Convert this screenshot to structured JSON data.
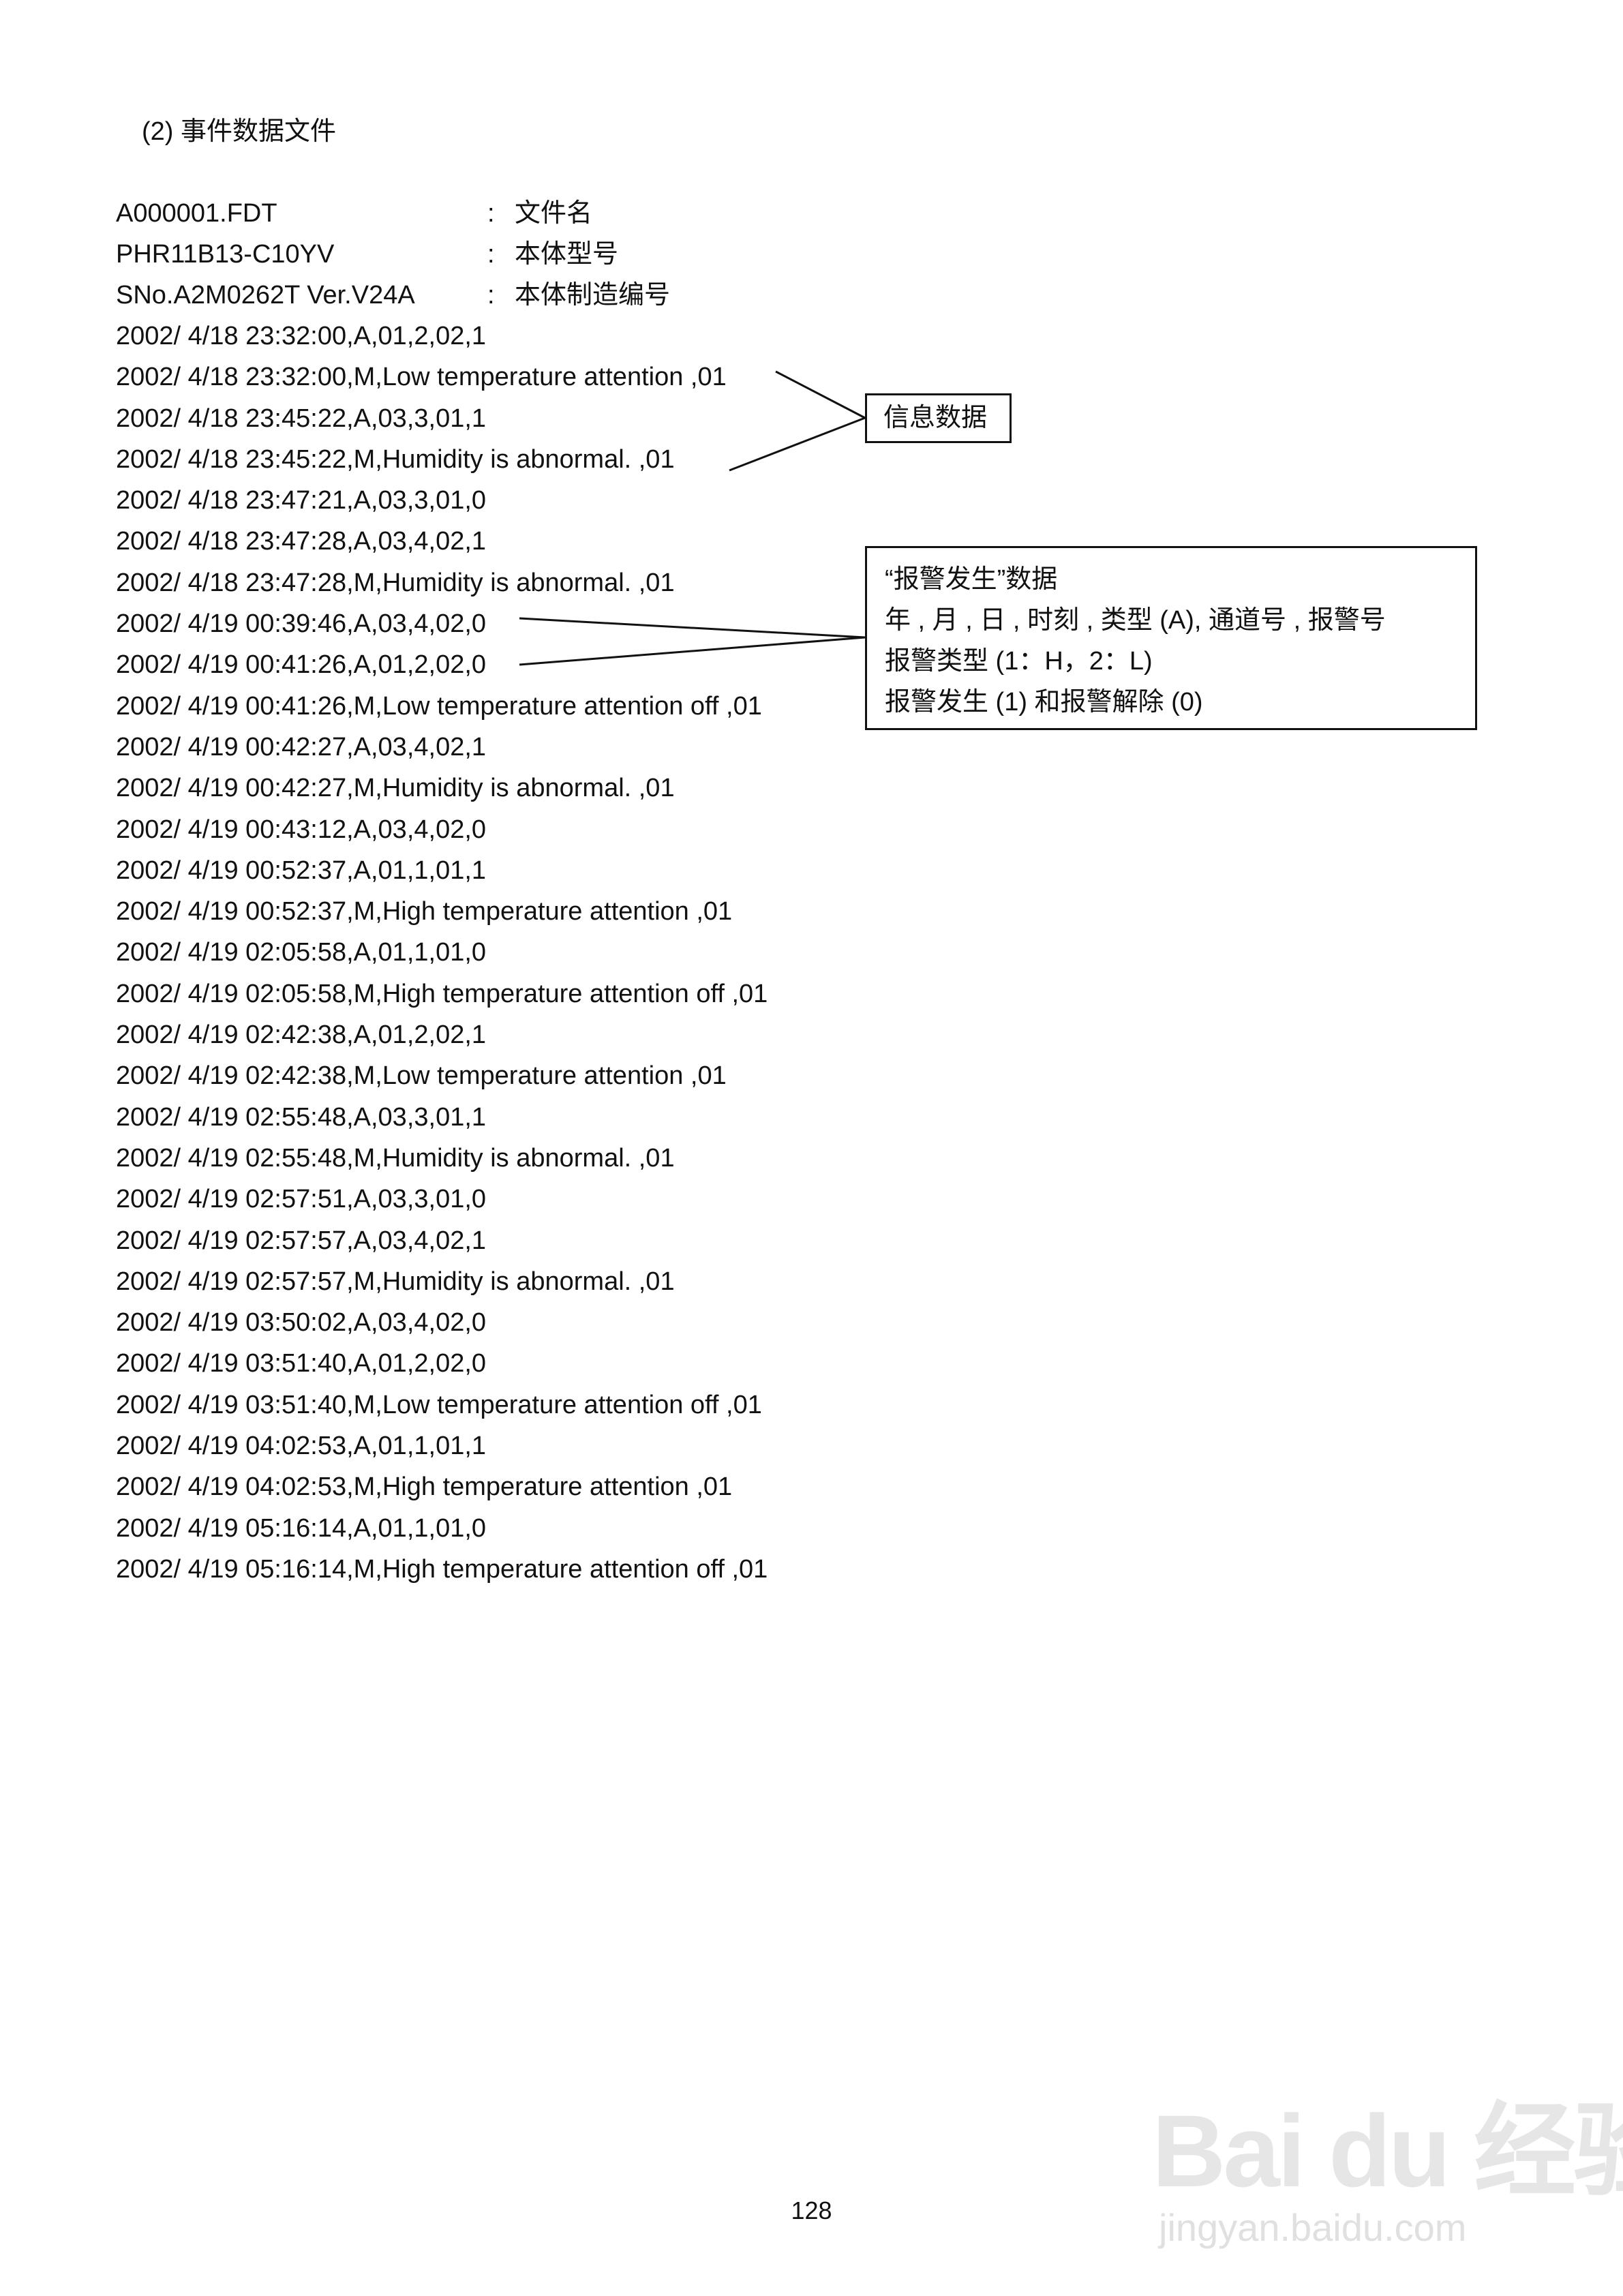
{
  "section_title": "(2)  事件数据文件",
  "header_rows": [
    {
      "value": "A000001.FDT",
      "colon": ":",
      "desc": "文件名"
    },
    {
      "value": "PHR11B13-C10YV",
      "colon": ":",
      "desc": "本体型号"
    },
    {
      "value": "SNo.A2M0262T Ver.V24A",
      "colon": ":",
      "desc": "本体制造编号"
    }
  ],
  "data_rows": [
    "2002/ 4/18 23:32:00,A,01,2,02,1",
    "2002/ 4/18 23:32:00,M,Low temperature attention ,01",
    "2002/ 4/18 23:45:22,A,03,3,01,1",
    "2002/ 4/18 23:45:22,M,Humidity is abnormal. ,01",
    "2002/ 4/18 23:47:21,A,03,3,01,0",
    "2002/ 4/18 23:47:28,A,03,4,02,1",
    "2002/ 4/18 23:47:28,M,Humidity is abnormal. ,01",
    "2002/ 4/19 00:39:46,A,03,4,02,0",
    "2002/ 4/19 00:41:26,A,01,2,02,0",
    "2002/ 4/19 00:41:26,M,Low temperature attention off ,01",
    "2002/ 4/19 00:42:27,A,03,4,02,1",
    "2002/ 4/19 00:42:27,M,Humidity is abnormal. ,01",
    "2002/ 4/19 00:43:12,A,03,4,02,0",
    "2002/ 4/19 00:52:37,A,01,1,01,1",
    "2002/ 4/19 00:52:37,M,High temperature attention ,01",
    "2002/ 4/19 02:05:58,A,01,1,01,0",
    "2002/ 4/19 02:05:58,M,High temperature attention off ,01",
    "2002/ 4/19 02:42:38,A,01,2,02,1",
    "2002/ 4/19 02:42:38,M,Low temperature attention ,01",
    "2002/ 4/19 02:55:48,A,03,3,01,1",
    "2002/ 4/19 02:55:48,M,Humidity is abnormal. ,01",
    "2002/ 4/19 02:57:51,A,03,3,01,0",
    "2002/ 4/19 02:57:57,A,03,4,02,1",
    "2002/ 4/19 02:57:57,M,Humidity is abnormal. ,01",
    "2002/ 4/19 03:50:02,A,03,4,02,0",
    "2002/ 4/19 03:51:40,A,01,2,02,0",
    "2002/ 4/19 03:51:40,M,Low temperature attention off ,01",
    "2002/ 4/19 04:02:53,A,01,1,01,1",
    "2002/ 4/19 04:02:53,M,High temperature attention ,01",
    "2002/ 4/19 05:16:14,A,01,1,01,0",
    "2002/ 4/19 05:16:14,M,High temperature attention off ,01"
  ],
  "callouts": {
    "info_label": "信息数据",
    "alarm_lines": [
      "“报警发生”数据",
      "年 , 月 , 日 , 时刻 , 类型 (A), 通道号 , 报警号",
      "报警类型 (1：H，2：L)",
      "报警发生 (1) 和报警解除 (0)"
    ]
  },
  "page_number": "128",
  "watermark": {
    "brand": "Bai du 经验",
    "url": "jingyan.baidu.com"
  }
}
